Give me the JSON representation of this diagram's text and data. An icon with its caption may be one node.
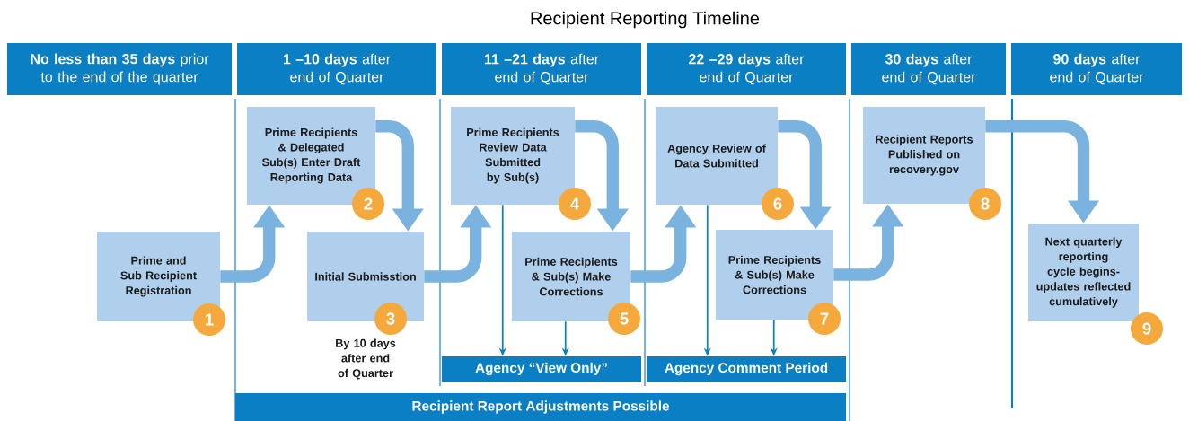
{
  "diagram": {
    "title": "Recipient Reporting Timeline",
    "nodes": [
      {
        "text": [
          "**No less than 35 days** prior to the end of the quarter"
        ]
      },
      {
        "text": [
          "**1 –10 days** after end of Quarter"
        ]
      },
      {
        "text": [
          "**11 –21 days** after end of Quarter"
        ]
      },
      {
        "text": [
          "**22 –29 days** after end of Quarter"
        ]
      },
      {
        "text": [
          "**30 days** after end of Quarter"
        ]
      },
      {
        "text": [
          "**90 days** after end of Quarter"
        ]
      },
      {
        "text": [
          "Prime and Sub Recipient Registration",
          "1"
        ]
      },
      {
        "text": [
          "Prime Recipients & Delegated Sub(s) Enter Draft Reporting Data",
          "2"
        ]
      },
      {
        "text": [
          "Initial Submisstion",
          "3"
        ],
        "beside": [
          "By 10 days after end of Quarter"
        ]
      },
      {
        "text": [
          "Prime Recipients Review Data Submitted by Sub(s)",
          "4"
        ]
      },
      {
        "text": [
          "Prime Recipients & Sub(s) Make Corrections",
          "5"
        ]
      },
      {
        "text": [
          "Agency Review of Data Submitted",
          "6"
        ]
      },
      {
        "text": [
          "Prime Recipients & Sub(s) Make Corrections",
          "7"
        ]
      },
      {
        "text": [
          "Recipient Reports Published on recovery.gov",
          "8"
        ]
      },
      {
        "text": [
          "Next quarterly reporting cycle begins-updates reflected cumulatively",
          "9"
        ]
      },
      {
        "text": [
          "Agency “View Only”"
        ]
      },
      {
        "text": [
          "Agency Comment Period"
        ]
      },
      {
        "text": [
          "Recipient Report Adjustments Possible"
        ]
      }
    ],
    "edges": [
      {
        "from": 6,
        "to": 7,
        "arrow": "to"
      },
      {
        "from": 7,
        "to": 8,
        "arrow": "to"
      },
      {
        "from": 8,
        "to": 9,
        "arrow": "to"
      },
      {
        "from": 9,
        "to": 10,
        "arrow": "to"
      },
      {
        "from": 10,
        "to": 11,
        "arrow": "to"
      },
      {
        "from": 11,
        "to": 12,
        "arrow": "to"
      },
      {
        "from": 12,
        "to": 13,
        "arrow": "to"
      },
      {
        "from": 13,
        "to": 14,
        "arrow": "to"
      },
      {
        "from": 9,
        "to": 15,
        "arrow": "to",
        "color": "#0a7fc4"
      },
      {
        "from": 10,
        "to": 15,
        "arrow": "to",
        "color": "#0a7fc4"
      },
      {
        "from": 11,
        "to": 16,
        "arrow": "to",
        "color": "#0a7fc4"
      },
      {
        "from": 12,
        "to": 16,
        "arrow": "to",
        "color": "#0a7fc4"
      }
    ]
  }
}
